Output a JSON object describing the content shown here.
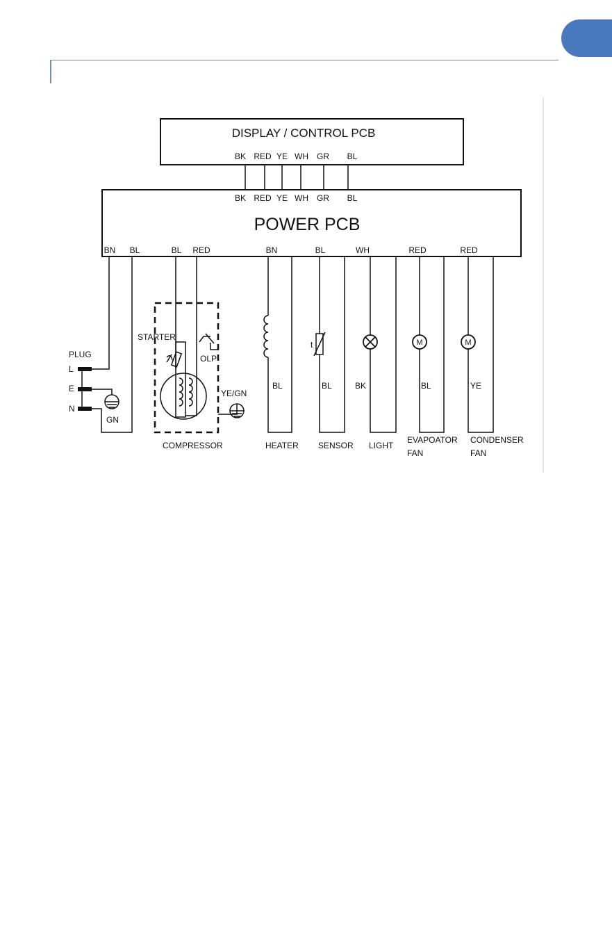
{
  "colors": {
    "accent_tab": "#4a78bf",
    "rule": "#6f8db8",
    "ink": "#111111"
  },
  "boards": {
    "display_title": "DISPLAY / CONTROL  PCB",
    "power_title": "POWER PCB"
  },
  "connectors": {
    "display_wires": [
      "BK",
      "RED",
      "YE",
      "WH",
      "GR",
      "BL"
    ],
    "power_top_wires": [
      "BK",
      "RED",
      "YE",
      "WH",
      "GR",
      "BL"
    ],
    "power_bottom": {
      "plug_bn": "BN",
      "plug_bl": "BL",
      "comp_bl": "BL",
      "comp_red": "RED",
      "heater_bn": "BN",
      "sensor_bl": "BL",
      "light_wh": "WH",
      "evap_red": "RED",
      "cond_red": "RED"
    }
  },
  "plug": {
    "label": "PLUG",
    "l": "L",
    "e": "E",
    "n": "N",
    "gn": "GN"
  },
  "compressor": {
    "label": "COMPRESSOR",
    "starter": "STARTER",
    "olp": "OLP",
    "ground": "YE/GN"
  },
  "loads": {
    "heater": {
      "label": "HEATER",
      "return_wire": "BL"
    },
    "sensor": {
      "label": "SENSOR",
      "return_wire": "BL",
      "symbol": "t"
    },
    "light": {
      "label": "LIGHT",
      "return_wire": "BK"
    },
    "evaporator_fan": {
      "label_line1": "EVAPOATOR",
      "label_line2": "FAN",
      "return_wire": "BL",
      "motor": "M"
    },
    "condenser_fan": {
      "label_line1": "CONDENSER",
      "label_line2": "FAN",
      "return_wire": "YE",
      "motor": "M"
    }
  }
}
